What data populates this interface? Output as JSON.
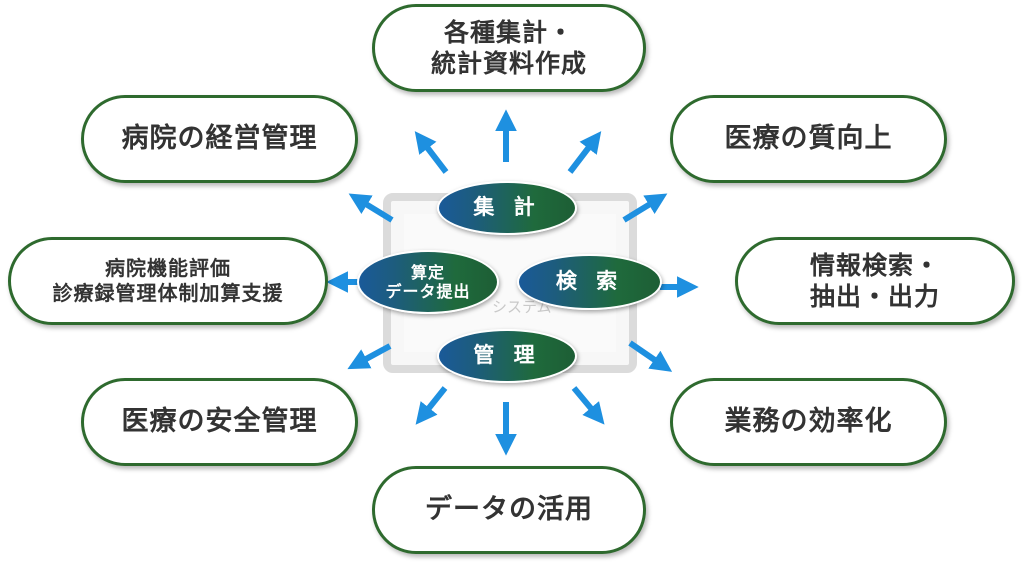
{
  "center": {
    "watermark_text": "システム"
  },
  "hubs": {
    "aggregate": "集 計",
    "search": "検 索",
    "manage": "管 理",
    "calc_line1": "算定",
    "calc_line2": "データ提出"
  },
  "nodes": {
    "top_line1": "各種集計・",
    "top_line2": "統計資料作成",
    "hospital_management": "病院の経営管理",
    "quality_improvement": "医療の質向上",
    "function_eval_line1": "病院機能評価",
    "function_eval_line2": "診療録管理体制加算支援",
    "info_search_line1": "情報検索・",
    "info_search_line2": "抽出・出力",
    "safety_management": "医療の安全管理",
    "work_efficiency": "業務の効率化",
    "data_utilization": "データの活用"
  },
  "colors": {
    "arrow": "#1e90e0",
    "pill_border": "#2e6a2e",
    "hub_blue": "#1a5a99",
    "hub_green": "#1d5e35"
  }
}
